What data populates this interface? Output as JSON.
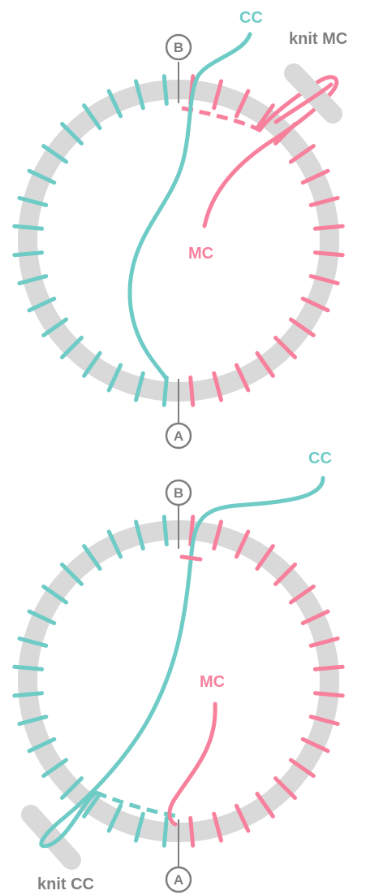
{
  "colors": {
    "cc": "#6ecbc6",
    "mc": "#f7819c",
    "needle": "#d9d9d9",
    "marker": "#7f7f7f"
  },
  "panels": [
    {
      "label_cc": "CC",
      "label_mc": "MC",
      "marker_top": "B",
      "marker_bottom": "A",
      "action_label": "knit MC"
    },
    {
      "label_cc": "CC",
      "label_mc": "MC",
      "marker_top": "B",
      "marker_bottom": "A",
      "action_label": "knit CC"
    }
  ]
}
